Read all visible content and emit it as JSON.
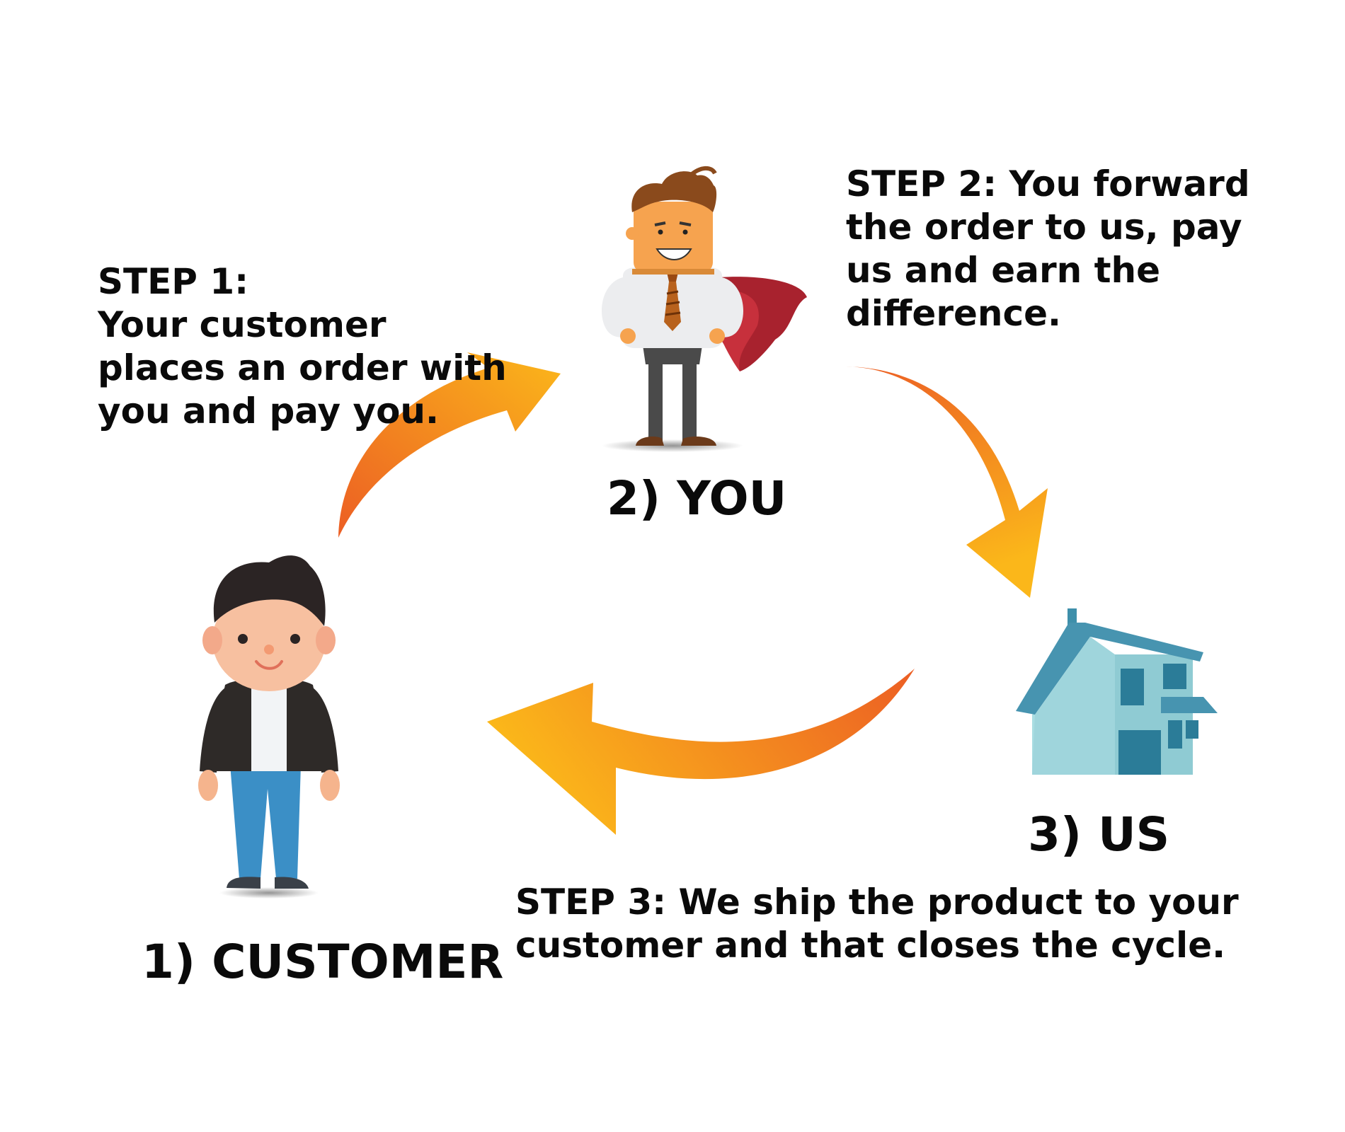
{
  "nodes": {
    "customer": {
      "label": "1) CUSTOMER"
    },
    "you": {
      "label": "2) YOU"
    },
    "us": {
      "label": "3) US"
    }
  },
  "steps": {
    "step1": {
      "lines": [
        "STEP 1:",
        "Your customer",
        "places an order with",
        "you and pay you."
      ]
    },
    "step2": {
      "lines": [
        "STEP 2: You forward",
        "the order to us, pay",
        "us and earn the",
        "difference."
      ]
    },
    "step3": {
      "lines": [
        "STEP 3: We ship the product to your",
        "customer and that closes the cycle."
      ]
    }
  },
  "icons": {
    "customer": "customer-person-icon",
    "you": "superhero-businessman-icon",
    "us": "house-icon",
    "arrows": [
      "arrow-customer-to-you-icon",
      "arrow-you-to-us-icon",
      "arrow-us-to-customer-icon"
    ]
  },
  "colors": {
    "arrow_light": "#fbb71a",
    "arrow_dark": "#ec5e24",
    "text": "#0a0a0a",
    "house_light": "#a9dde2",
    "house_dark": "#2b7c98",
    "cape": "#a8222e"
  }
}
